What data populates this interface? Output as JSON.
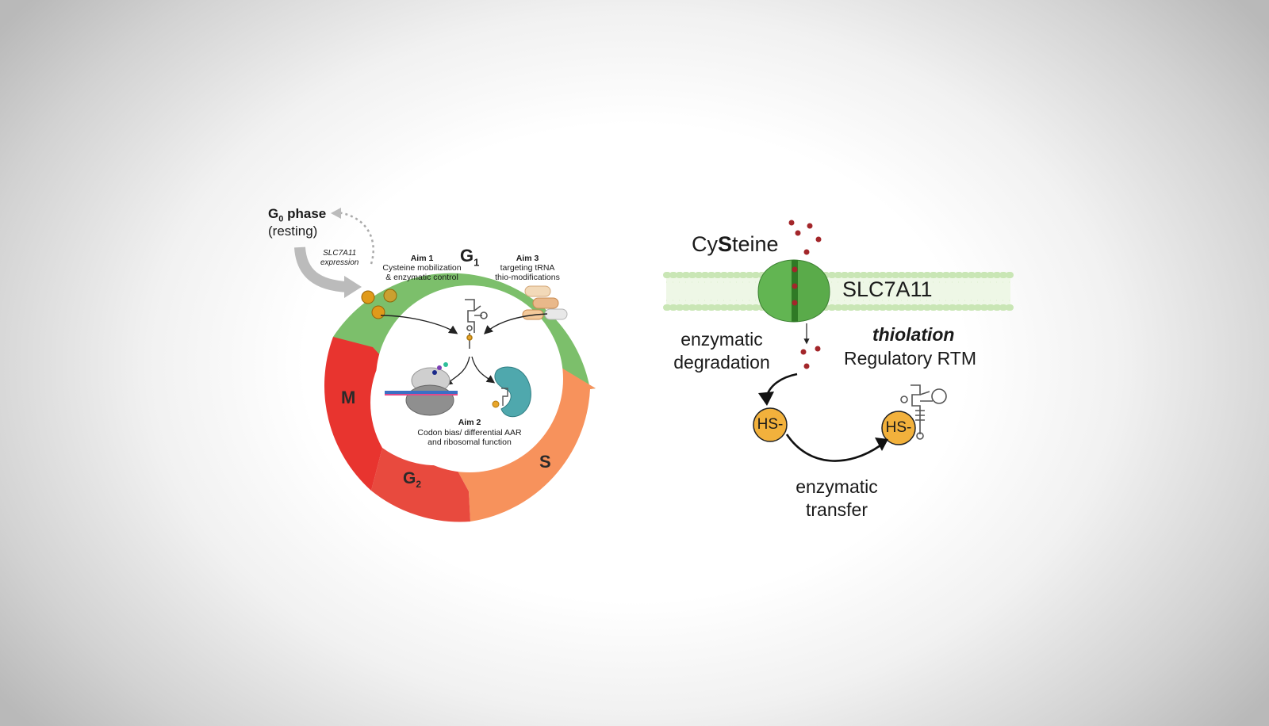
{
  "cycle": {
    "g0": {
      "phase_letter": "G",
      "phase_sub": "0",
      "phase_word": "phase",
      "resting": "(resting)"
    },
    "expression": {
      "line1": "SLC7A11",
      "line2": "expression"
    },
    "phases": {
      "g1": {
        "letter": "G",
        "sub": "1"
      },
      "s": "S",
      "g2": {
        "letter": "G",
        "sub": "2"
      },
      "m": "M"
    },
    "aim1": {
      "title": "Aim 1",
      "line1": "Cysteine mobilization",
      "line2": "& enzymatic control"
    },
    "aim2": {
      "title": "Aim 2",
      "line1": "Codon bias/ differential AAR",
      "line2": "and ribosomal function"
    },
    "aim3": {
      "title": "Aim 3",
      "line1": "targeting tRNA",
      "line2": "thio-modifications"
    },
    "colors": {
      "g1": "#7cbf6b",
      "s": "#f7925c",
      "g2": "#e84a3e",
      "m": "#e8342f"
    }
  },
  "pathway": {
    "cysteine": {
      "pre": "Cy",
      "bold": "S",
      "post": "teine"
    },
    "transporter": "SLC7A11",
    "degradation": {
      "line1": "enzymatic",
      "line2": "degradation"
    },
    "thiolation": "thiolation",
    "regulatory": "Regulatory RTM",
    "hs_left": "HS-",
    "hs_right": "HS-",
    "transfer": {
      "line1": "enzymatic",
      "line2": "transfer"
    },
    "colors": {
      "membrane": "#c9e6b5",
      "transporter": "#5aab4a",
      "cysteine_dot": "#a3262a",
      "hs_fill": "#f2b13c"
    }
  }
}
